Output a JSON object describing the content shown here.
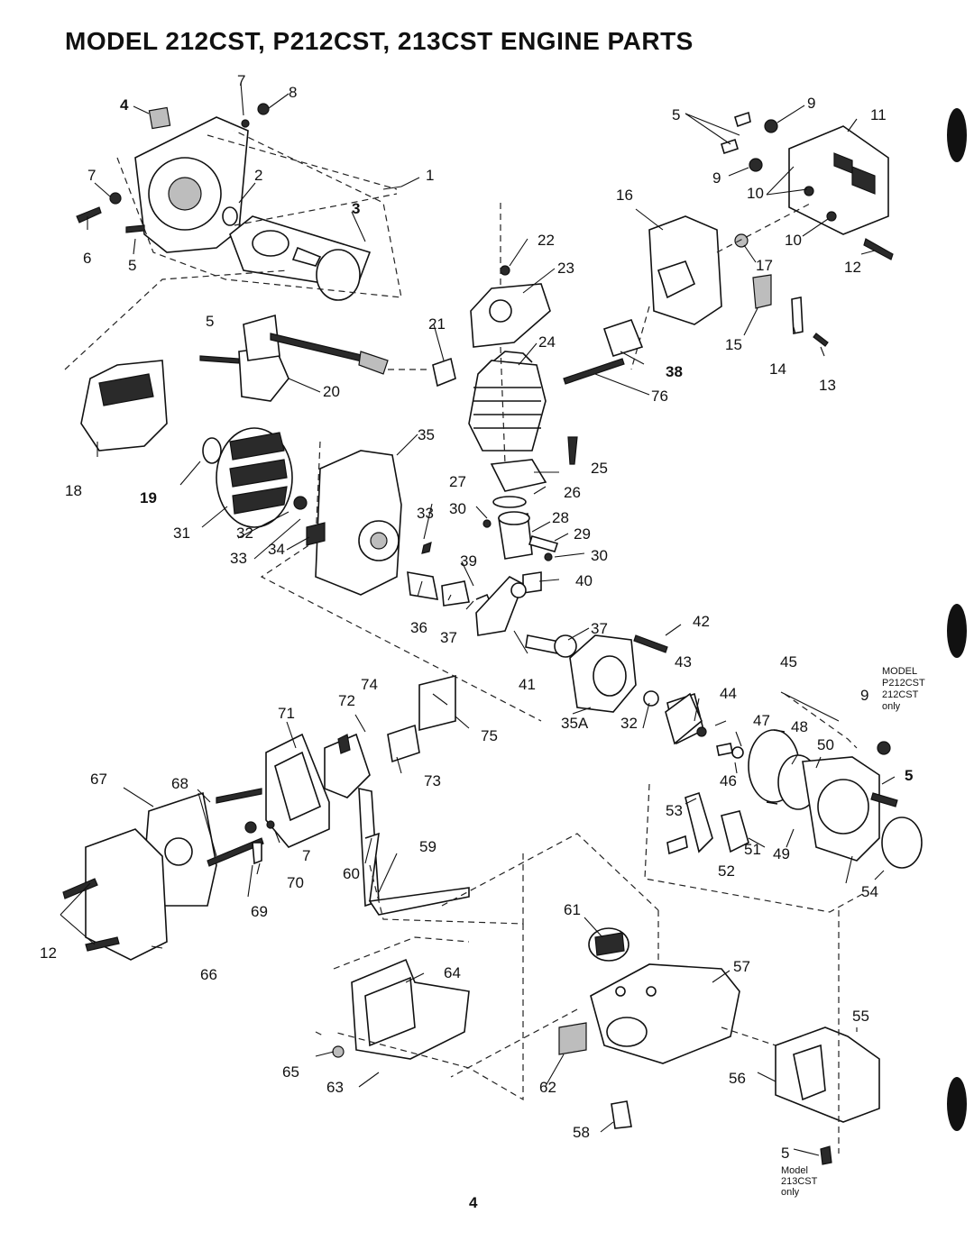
{
  "header": {
    "title": "MODEL 212CST, P212CST, 213CST ENGINE PARTS"
  },
  "labels": {
    "p1": "1",
    "p2": "2",
    "p3": "3",
    "p4": "4",
    "p5a": "5",
    "p5b": "5",
    "p5c": "5",
    "p5d": "5",
    "p5e": "5",
    "p6": "6",
    "p7a": "7",
    "p7b": "7",
    "p7c": "7",
    "p8": "8",
    "p9a": "9",
    "p9b": "9",
    "p9c": "9",
    "p10a": "10",
    "p10b": "10",
    "p11": "11",
    "p12a": "12",
    "p12b": "12",
    "p13": "13",
    "p14": "14",
    "p15": "15",
    "p16": "16",
    "p17": "17",
    "p18": "18",
    "p19": "19",
    "p20": "20",
    "p21": "21",
    "p22": "22",
    "p23": "23",
    "p24": "24",
    "p25": "25",
    "p26": "26",
    "p27": "27",
    "p28": "28",
    "p29": "29",
    "p30a": "30",
    "p30b": "30",
    "p31": "31",
    "p32a": "32",
    "p32b": "32",
    "p33a": "33",
    "p33b": "33",
    "p34": "34",
    "p35": "35",
    "p35a": "35A",
    "p36": "36",
    "p37a": "37",
    "p37b": "37",
    "p38": "38",
    "p39": "39",
    "p40": "40",
    "p41": "41",
    "p42": "42",
    "p43": "43",
    "p44": "44",
    "p45": "45",
    "p46": "46",
    "p47": "47",
    "p48": "48",
    "p49": "49",
    "p50": "50",
    "p51": "51",
    "p52": "52",
    "p53": "53",
    "p54": "54",
    "p55": "55",
    "p56": "56",
    "p57": "57",
    "p58": "58",
    "p59": "59",
    "p60": "60",
    "p61": "61",
    "p62": "62",
    "p63": "63",
    "p64": "64",
    "p65": "65",
    "p66": "66",
    "p67": "67",
    "p68": "68",
    "p69": "69",
    "p70": "70",
    "p71": "71",
    "p72": "72",
    "p73": "73",
    "p74": "74",
    "p75": "75",
    "p76": "76"
  },
  "notes": {
    "model_p212_line1": "MODEL",
    "model_p212_line2": "P212CST",
    "model_p212_line3": "212CST",
    "model_p212_line4": "only",
    "model_213_line1": "Model",
    "model_213_line2": "213CST",
    "model_213_line3": "only"
  },
  "footer": {
    "page_number": "4"
  }
}
